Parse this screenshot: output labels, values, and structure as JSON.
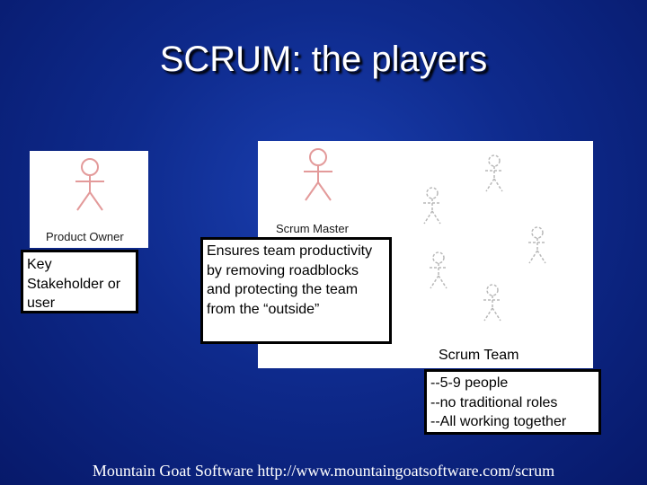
{
  "title": "SCRUM: the players",
  "product_owner": {
    "caption": "Product Owner",
    "description": "Key Stakeholder or user"
  },
  "scrum_master": {
    "caption": "Scrum Master",
    "description": "Ensures team productivity by removing roadblocks and protecting the team from the “outside”"
  },
  "scrum_team": {
    "caption": "Scrum Team",
    "notes": [
      "--5-9 people",
      "--no traditional roles",
      "--All working together"
    ]
  },
  "footer": "Mountain Goat Software http://www.mountaingoatsoftware.com/scrum",
  "icons": [
    "stick-figure-icon"
  ],
  "colors": {
    "figure": "#e39a9a",
    "background": "#0e2a8c"
  }
}
